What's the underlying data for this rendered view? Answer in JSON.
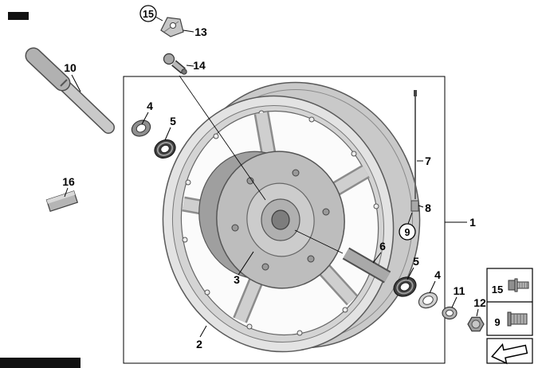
{
  "diagram": {
    "parts": {
      "p1": "1",
      "p2": "2",
      "p3": "3",
      "p4": "4",
      "p5": "5",
      "p6": "6",
      "p7": "7",
      "p8": "8",
      "p9": "9",
      "p10": "10",
      "p11": "11",
      "p12": "12",
      "p13": "13",
      "p14": "14",
      "p15": "15",
      "p16": "16"
    },
    "legend": {
      "items": [
        {
          "label": "15",
          "icon": "hex-bolt-icon"
        },
        {
          "label": "9",
          "icon": "screw-plug-icon"
        }
      ],
      "arrow_icon": "direction-of-travel-arrow-icon"
    },
    "colors": {
      "line": "#000000",
      "metal_light": "#e3e3e3",
      "metal_mid": "#bdbdbd",
      "metal_dark": "#6e6e6e",
      "background": "#ffffff"
    }
  }
}
